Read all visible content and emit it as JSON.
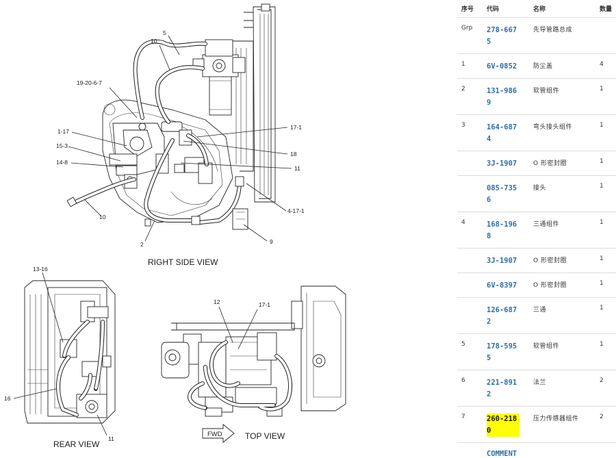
{
  "diagram": {
    "callouts": {
      "c5": "5",
      "c10a": "10",
      "c19": "19-20-6-7",
      "c117": "1-17",
      "c153": "15-3",
      "c148": "14-8",
      "c10b": "10",
      "c171a": "17-1",
      "c18": "18",
      "c11a": "11",
      "c4171": "4-17-1",
      "c9": "9",
      "c2": "2",
      "c1316": "13-16",
      "c16": "16",
      "c11b": "11",
      "c12": "12",
      "c171b": "17-1"
    },
    "views": {
      "right_side": "RIGHT SIDE VIEW",
      "rear": "REAR VIEW",
      "top": "TOP VIEW",
      "fwd": "FWD"
    }
  },
  "table": {
    "headers": {
      "no": "序号",
      "code": "代码",
      "name": "名称",
      "qty": "数量"
    },
    "rows": [
      {
        "no": "Grp",
        "code": "278-6675",
        "name": "先导管路总成",
        "qty": "",
        "highlight": false
      },
      {
        "no": "1",
        "code": "6V-0852",
        "name": "防尘盖",
        "qty": "4",
        "highlight": false
      },
      {
        "no": "2",
        "code": "131-9869",
        "name": "软管组件",
        "qty": "1",
        "highlight": false
      },
      {
        "no": "3",
        "code": "164-6874",
        "name": "弯头接头组件",
        "qty": "1",
        "highlight": false
      },
      {
        "no": "",
        "code": "3J-1907",
        "name": "O 形密封圈",
        "qty": "1",
        "highlight": false
      },
      {
        "no": "",
        "code": "085-7356",
        "name": "接头",
        "qty": "1",
        "highlight": false
      },
      {
        "no": "4",
        "code": "168-1968",
        "name": "三通组件",
        "qty": "1",
        "highlight": false
      },
      {
        "no": "",
        "code": "3J-1907",
        "name": "O 形密封圈",
        "qty": "1",
        "highlight": false
      },
      {
        "no": "",
        "code": "6V-8397",
        "name": "O 形密封圈",
        "qty": "1",
        "highlight": false
      },
      {
        "no": "",
        "code": "126-6872",
        "name": "三通",
        "qty": "1",
        "highlight": false
      },
      {
        "no": "5",
        "code": "178-5955",
        "name": "软管组件",
        "qty": "1",
        "highlight": false
      },
      {
        "no": "6",
        "code": "221-8912",
        "name": "法兰",
        "qty": "2",
        "highlight": false
      },
      {
        "no": "7",
        "code": "260-2180",
        "name": "压力传感器组件",
        "qty": "2",
        "highlight": true
      }
    ],
    "comment": "COMMENT"
  }
}
